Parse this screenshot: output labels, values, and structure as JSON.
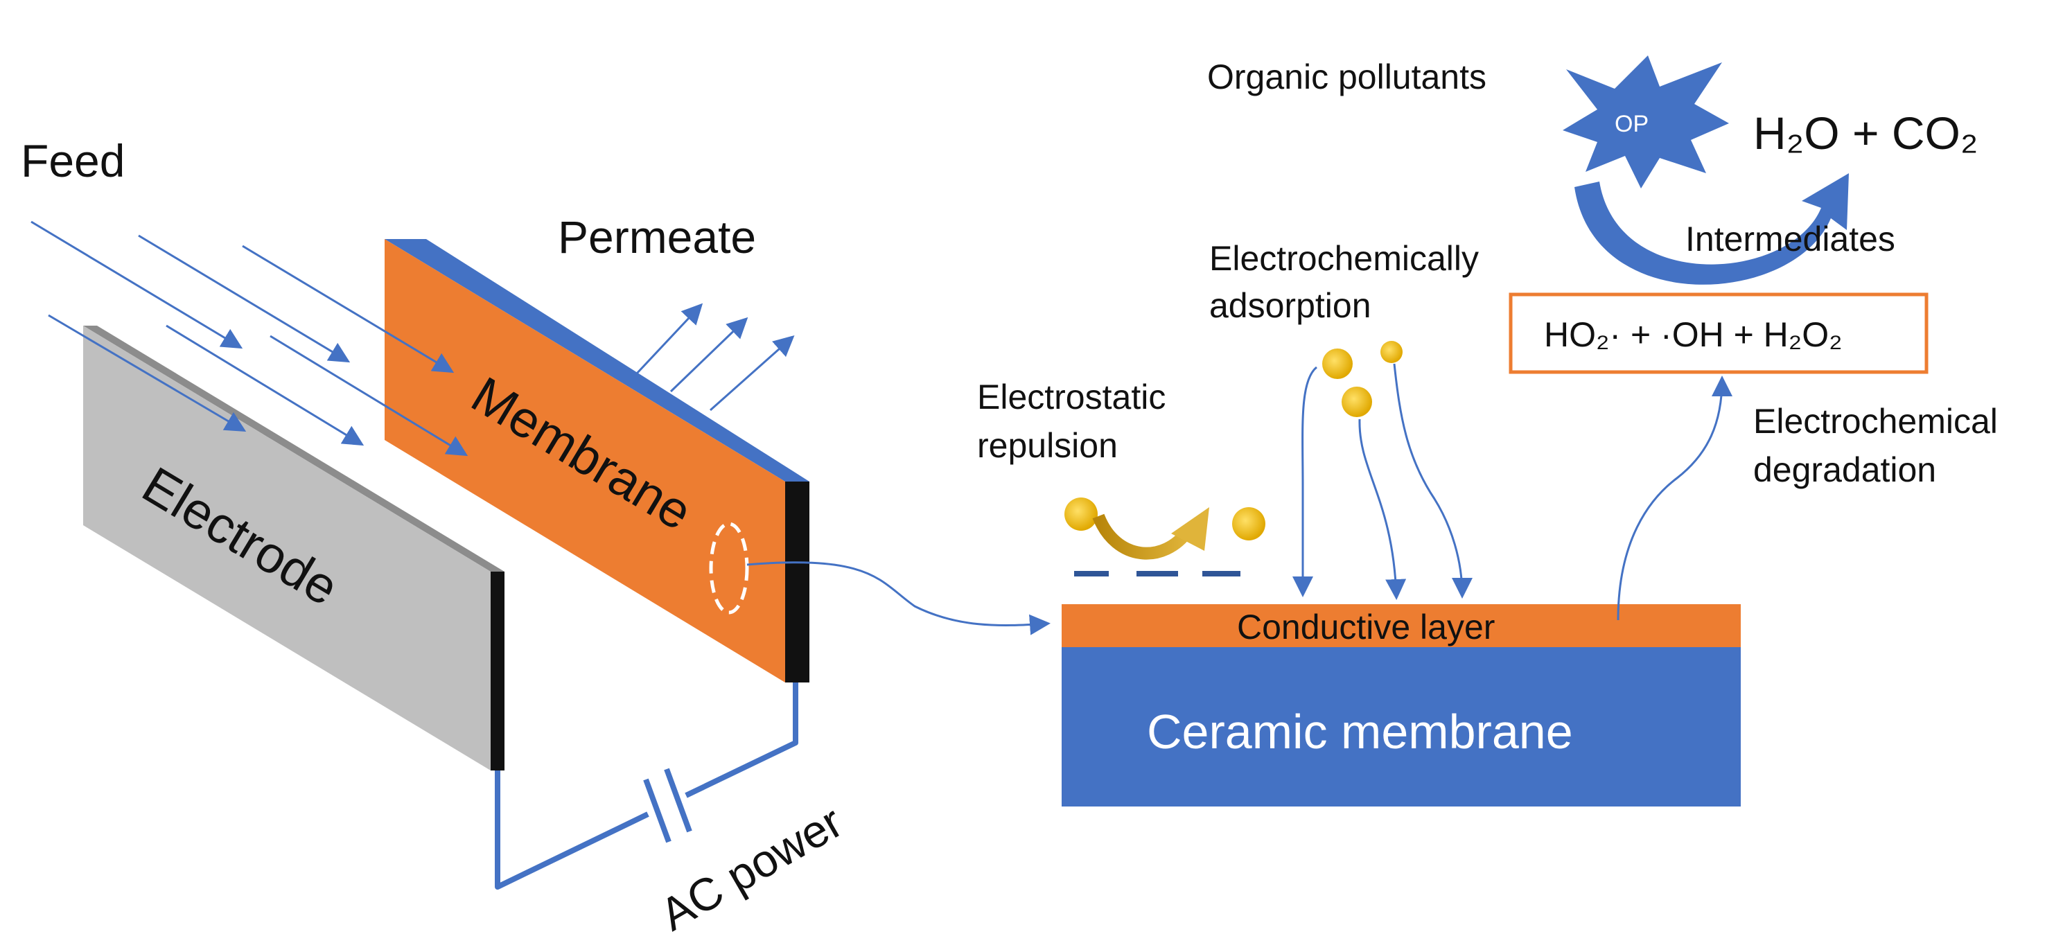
{
  "labels": {
    "feed": "Feed",
    "permeate": "Permeate",
    "membrane": "Membrane",
    "electrode": "Electrode",
    "ac_power": "AC power",
    "electrostatic_1": "Electrostatic",
    "electrostatic_2": "repulsion",
    "adsorption_1": "Electrochemically",
    "adsorption_2": "adsorption",
    "organic_pollutants": "Organic pollutants",
    "op": "OP",
    "products": "H₂O + CO₂",
    "intermediates": "Intermediates",
    "radicals": "HO₂· + ·OH + H₂O₂",
    "degradation_1": "Electrochemical",
    "degradation_2": "degradation",
    "conductive_layer": "Conductive layer",
    "ceramic_membrane": "Ceramic membrane"
  },
  "colors": {
    "blue": "#4472C4",
    "orange": "#ED7D31",
    "gray_front": "#BFBFBF",
    "gray_top": "#8C8C8C",
    "dark": "#111111",
    "particle": "#FFC000",
    "gold_arrow": "#C9A227"
  }
}
